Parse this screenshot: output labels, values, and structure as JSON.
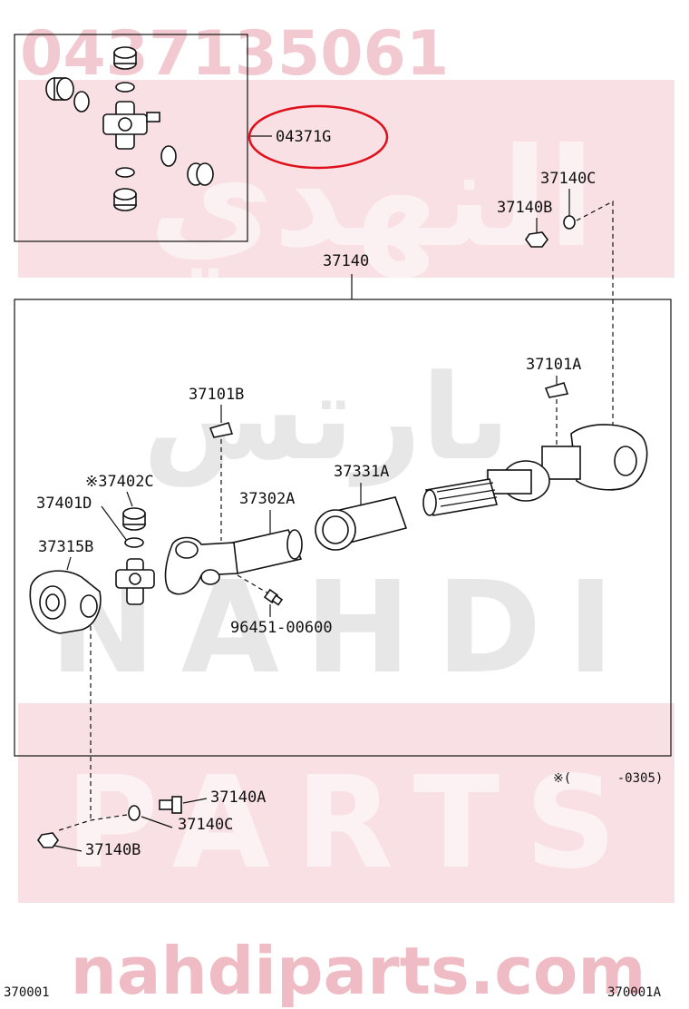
{
  "watermark": {
    "top_number": "0437135061",
    "arabic_brand": "النهدي",
    "arabic_parts": "بارتس",
    "nahdi": "NAHDI",
    "parts": "PARTS",
    "site": "nahdiparts.com",
    "colors": {
      "red": "#c8102e",
      "gray": "#808080"
    }
  },
  "callouts": {
    "inset_part": "04371G",
    "assembly": "37140",
    "bolt_a": "37140C",
    "nut_b": "37140B",
    "shim_right": "37101A",
    "shim_left": "37101B",
    "bearing_c": "37402C",
    "bearing_d": "37401D",
    "flange": "37315B",
    "yoke_tube": "37302A",
    "sleeve": "37331A",
    "grease_fitting": "96451-00600",
    "bolt_bottom": "37140A",
    "washer_bottom": "37140C",
    "nut_bottom": "37140B"
  },
  "note": {
    "symbol": "※",
    "text": "(      -0305)"
  },
  "footer": {
    "left_code": "370001",
    "right_code": "370001A"
  },
  "highlight_color": "#e0101a"
}
